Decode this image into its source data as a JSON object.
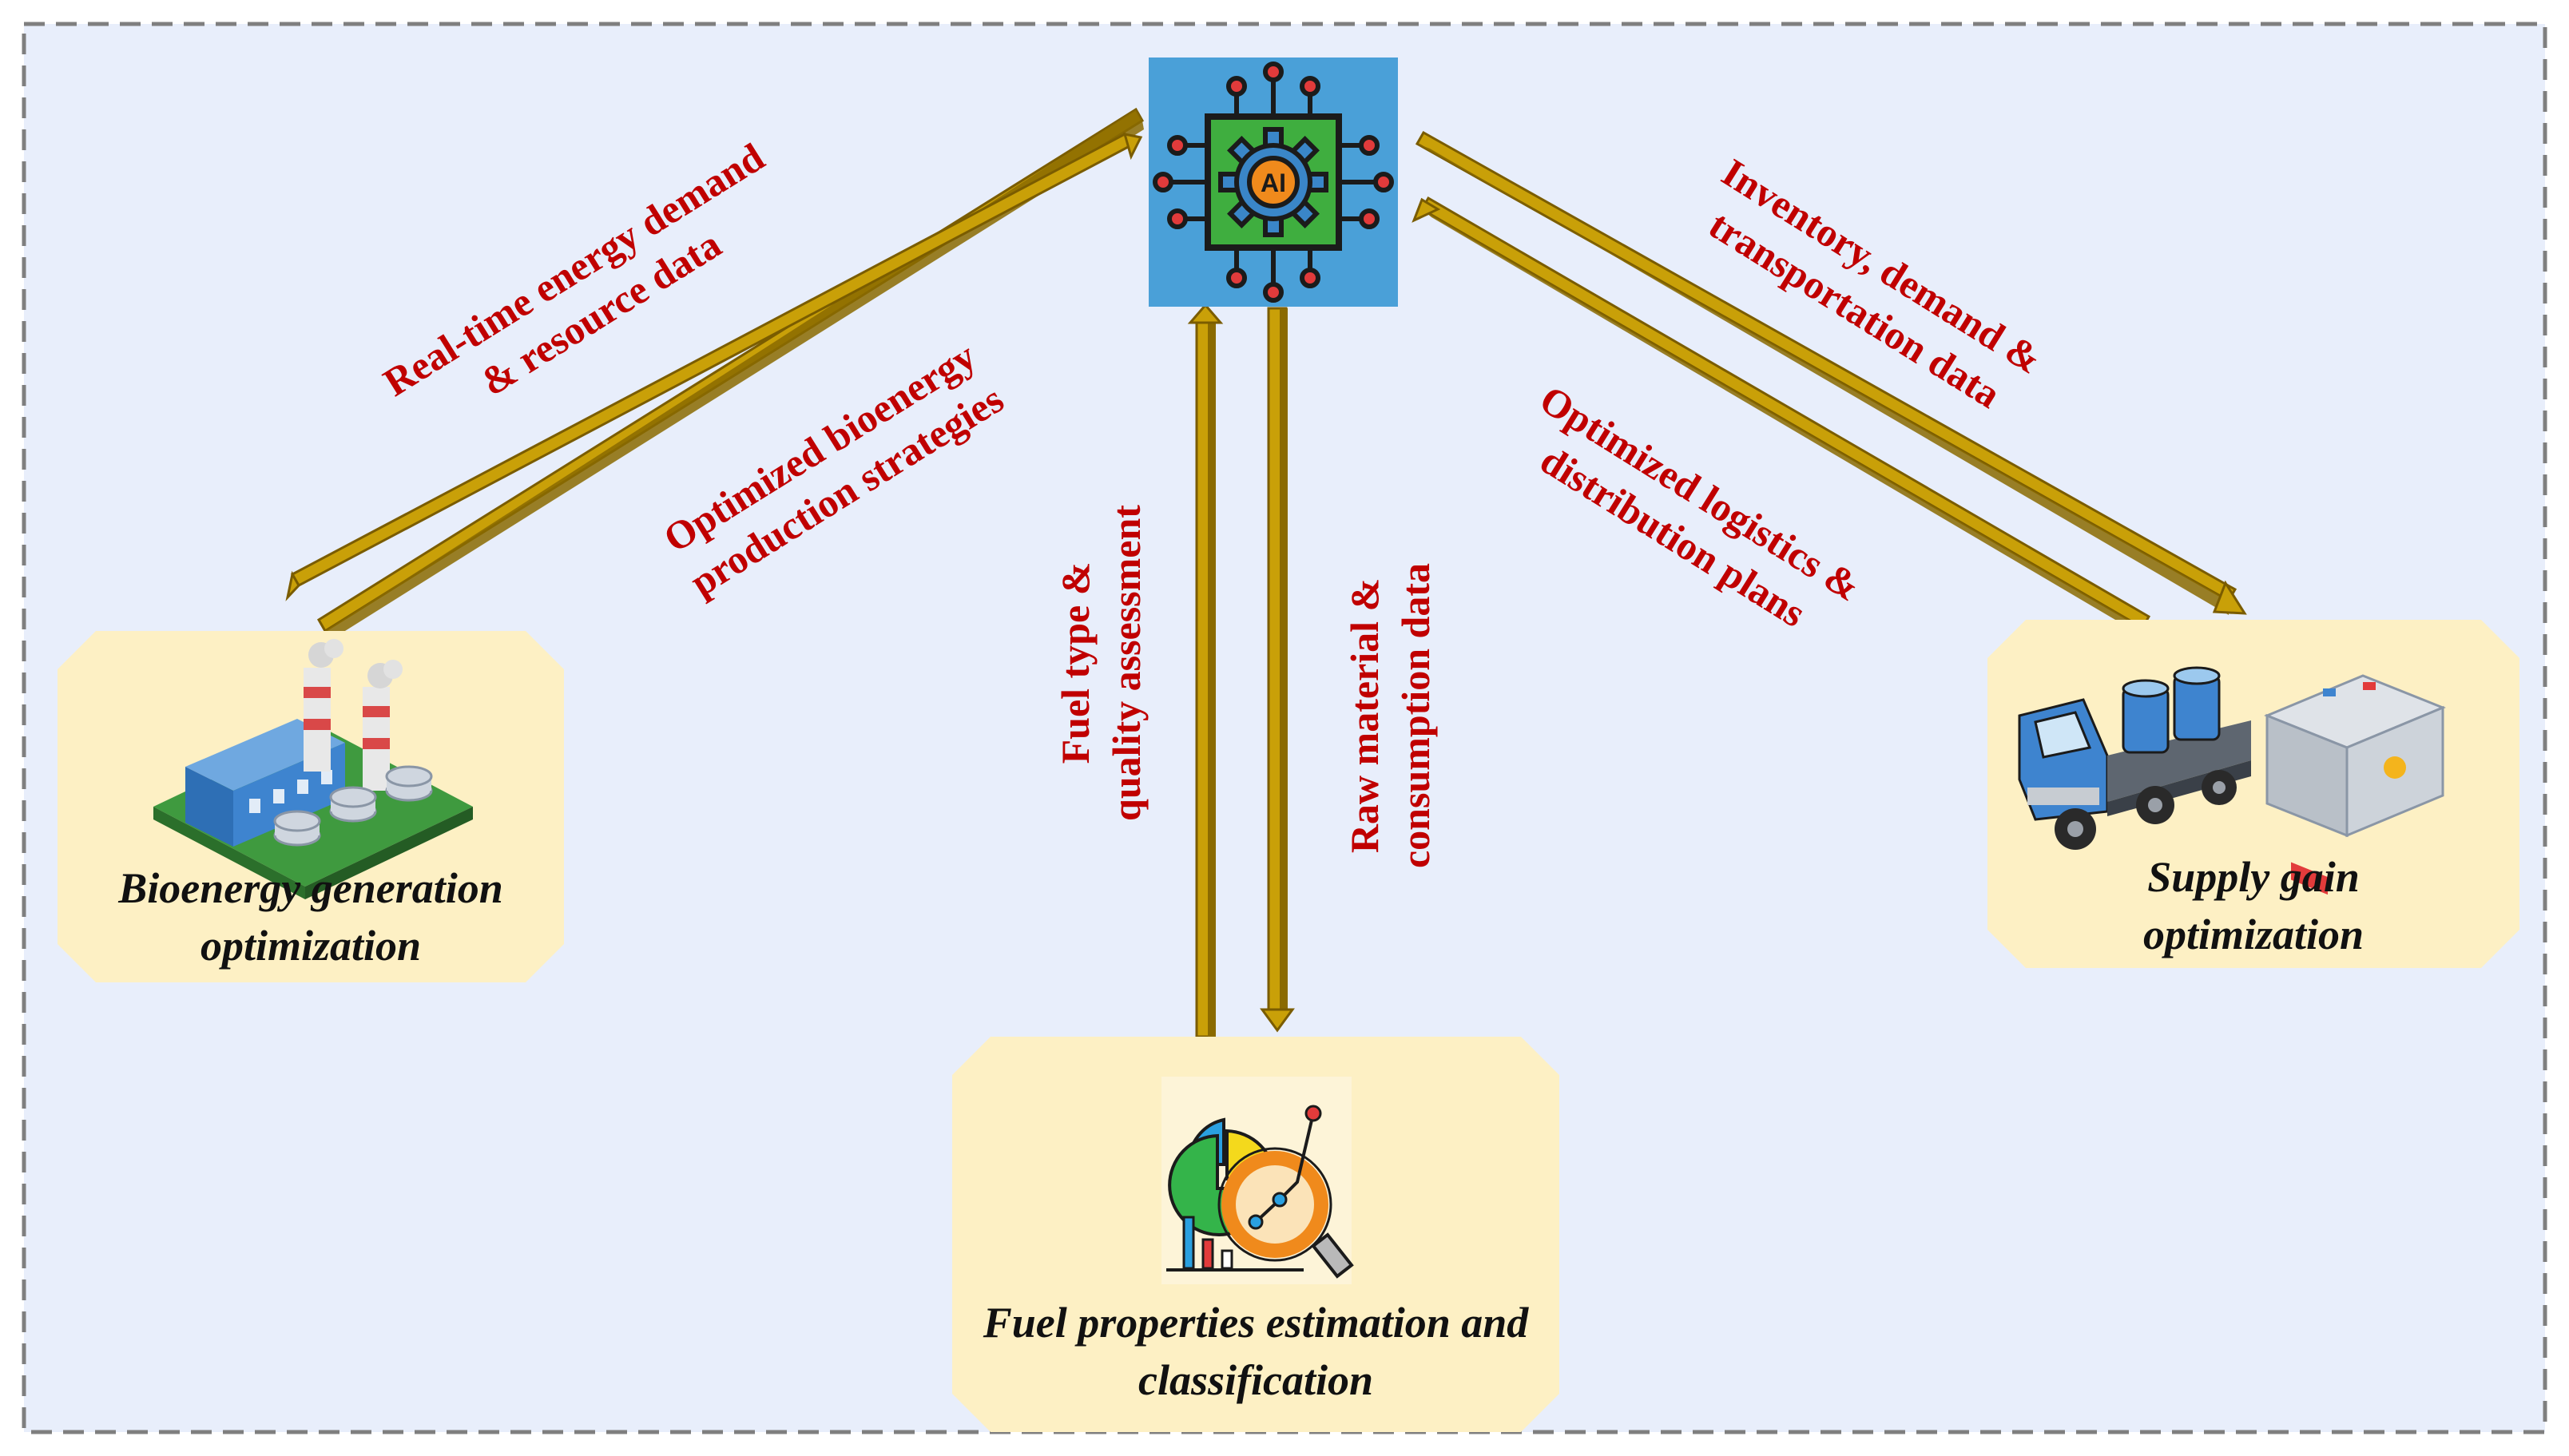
{
  "center": {
    "icon_text": "AI",
    "icon": "ai-chip-gear-icon"
  },
  "nodes": {
    "bioenergy": {
      "label_lines": [
        "Bioenergy generation",
        "optimization"
      ],
      "icon": "power-plant-icon"
    },
    "fuel": {
      "label_lines": [
        "Fuel properties estimation and",
        "classification"
      ],
      "icon": "data-analysis-magnifier-icon"
    },
    "supply": {
      "label_lines": [
        "Supply gain",
        "optimization"
      ],
      "icon": "fuel-truck-and-battery-icon"
    }
  },
  "flows": {
    "left_in": {
      "lines": [
        "Real-time energy demand",
        "& resource data"
      ]
    },
    "left_out": {
      "lines": [
        "Optimized bioenergy",
        "production strategies"
      ]
    },
    "mid_in": {
      "lines": [
        "Fuel type &",
        "quality assessment"
      ]
    },
    "mid_out": {
      "lines": [
        "Raw material &",
        "consumption data"
      ]
    },
    "right_in": {
      "lines": [
        "Inventory, demand &",
        "transportation data"
      ]
    },
    "right_out": {
      "lines": [
        "Optimized logistics &",
        "distribution plans"
      ]
    }
  },
  "colors": {
    "background": "#e8eefb",
    "border": "#7f7f7f",
    "node_fill": "#fdf0c4",
    "arrow_fill": "#c9a008",
    "arrow_dark": "#7a5c00",
    "flow_text": "#c00000",
    "label_text": "#111111",
    "ai_box": "#4aa0d8"
  }
}
